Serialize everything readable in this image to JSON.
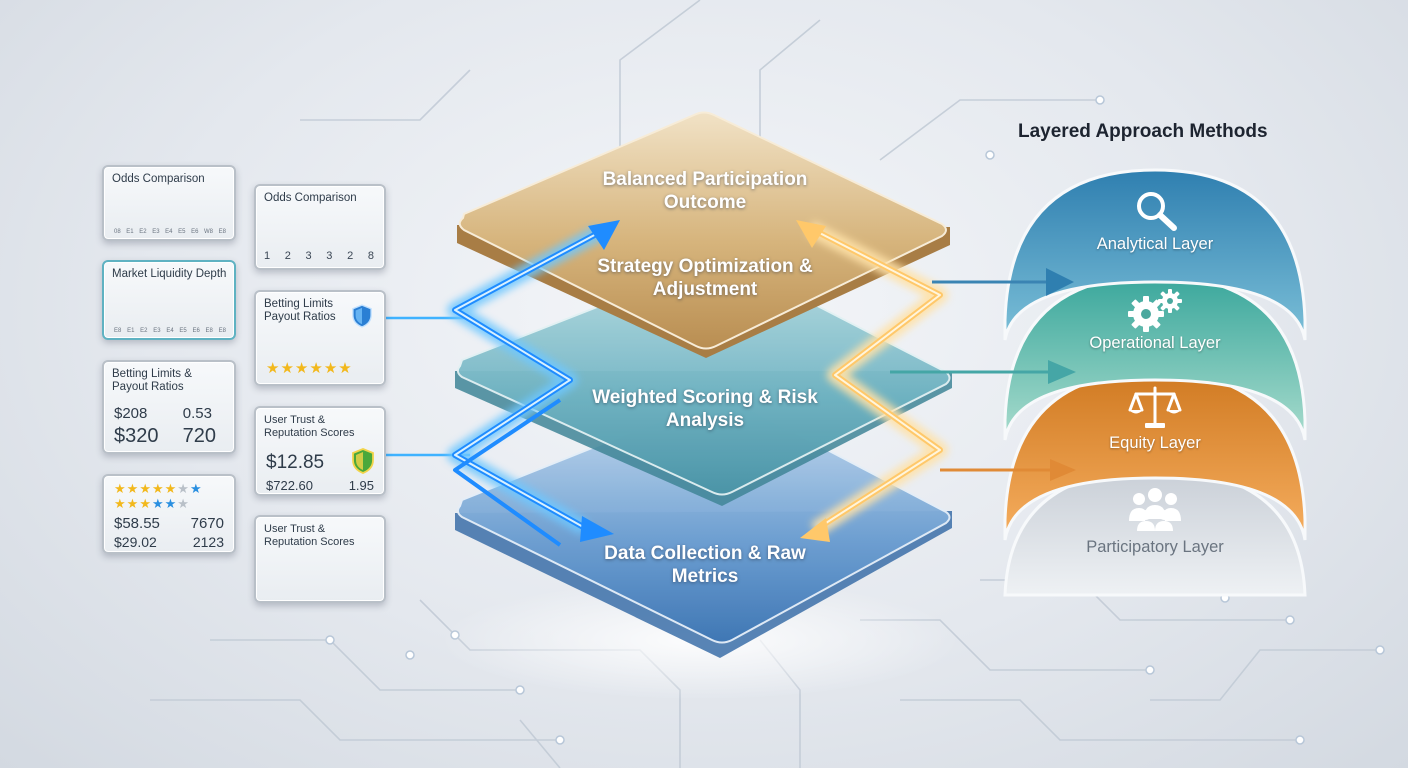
{
  "colors": {
    "blue_arrow": "#1f8cff",
    "gold_arrow": "#ffc86a",
    "top_layer": "#c9a46a",
    "middle_layer": "#6fb3c2",
    "bottom_layer": "#5a90c8",
    "analytical": "#3f88b6",
    "operational": "#4aa89e",
    "equity": "#e9892f",
    "participatory": "#dfe3e8",
    "bar_red": "#d8473d",
    "bar_green": "#38b34f"
  },
  "left_cards": {
    "odds_1": {
      "title": "Odds Comparison",
      "ticks": [
        "08",
        "E1",
        "E2",
        "E3",
        "E4",
        "E5",
        "E6",
        "W8",
        "E8"
      ]
    },
    "liquidity": {
      "title": "Market Liquidity Depth",
      "ticks": [
        "E8",
        "E1",
        "E2",
        "E3",
        "E4",
        "E5",
        "E6",
        "E8",
        "E8"
      ]
    },
    "limits_1": {
      "title": "Betting Limits & Payout Ratios",
      "row1": [
        "$208",
        "0.53"
      ],
      "row2": [
        "$320",
        "720"
      ]
    },
    "stars_card": {
      "row1": [
        "$58.55",
        "7670"
      ],
      "row2": [
        "$29.02",
        "2123"
      ]
    },
    "odds_2": {
      "title": "Odds Comparison",
      "ticks": [
        "1",
        "2",
        "3",
        "3",
        "2",
        "8"
      ]
    },
    "limits_2": {
      "title": "Betting Limits Payout Ratios"
    },
    "trust_1": {
      "title": "User Trust & Reputation Scores",
      "big": "$12.85",
      "row2": [
        "$722.60",
        "1.95"
      ]
    },
    "trust_2": {
      "title": "User Trust & Reputation Scores"
    }
  },
  "stack": {
    "top": "Balanced Participation Outcome",
    "upper_middle": "Strategy Optimization & Adjustment",
    "middle": "Weighted Scoring & Risk Analysis",
    "bottom": "Data Collection & Raw Metrics"
  },
  "methods": {
    "heading": "Layered Approach Methods",
    "analytical": {
      "label": "Analytical Layer",
      "icon": "magnifier-icon"
    },
    "operational": {
      "label": "Operational Layer",
      "icon": "gears-icon"
    },
    "equity": {
      "label": "Equity Layer",
      "icon": "scales-icon"
    },
    "participatory": {
      "label": "Participatory Layer",
      "icon": "people-icon"
    }
  }
}
